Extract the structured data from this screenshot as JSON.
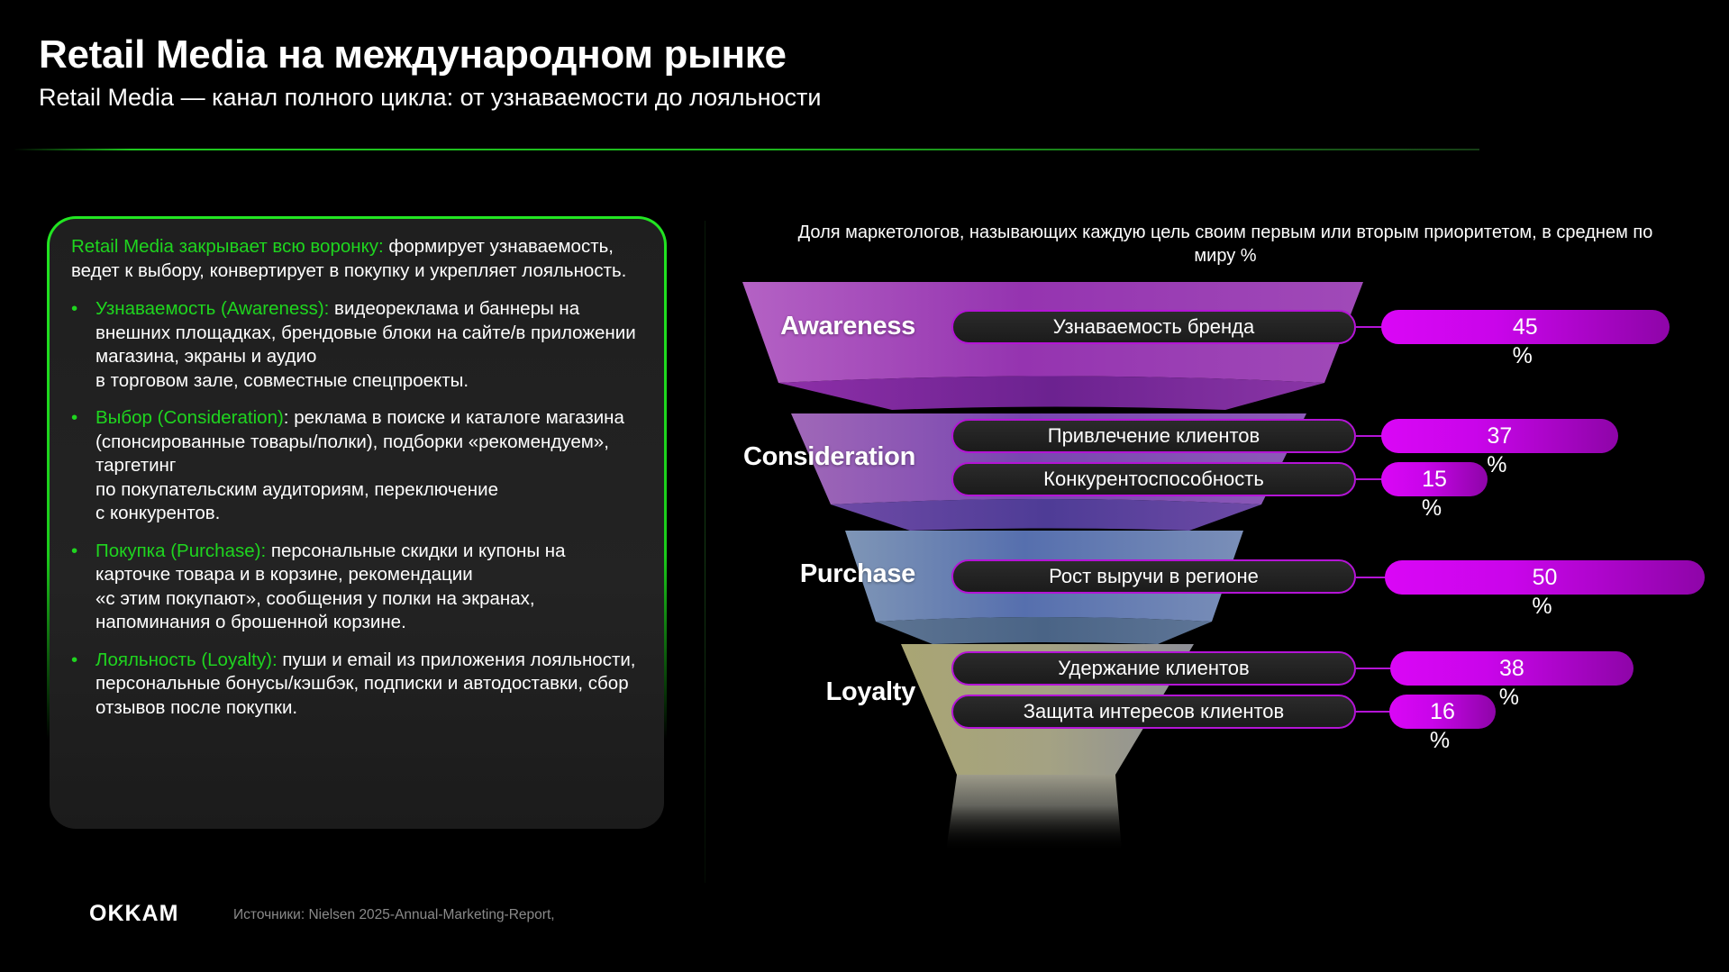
{
  "header": {
    "title": "Retail Media на международном рынке",
    "subtitle": "Retail Media — канал полного цикла: от узнаваемости до лояльности"
  },
  "panel": {
    "intro_highlight": "Retail Media закрывает всю воронку:",
    "intro_text": " формирует узнаваемость, ведет к выбору, конвертирует в покупку и укрепляет лояльность.",
    "items": [
      {
        "highlight": "Узнаваемость (Awareness):",
        "text": " видеореклама и баннеры на внешних площадках, брендовые блоки на сайте/в приложении магазина, экраны и аудио\nв торговом зале, совместные спецпроекты."
      },
      {
        "highlight": "Выбор (Consideration)",
        "text": ": реклама в поиске и каталоге магазина (спонсированные товары/полки), подборки «рекомендуем», таргетинг\nпо покупательским аудиториям, переключение\nс конкурентов."
      },
      {
        "highlight": "Покупка (Purchase):",
        "text": " персональные скидки и купоны на карточке товара и в корзине, рекомендации\n«с этим покупают», сообщения у полки на экранах, напоминания о брошенной корзине."
      },
      {
        "highlight": "Лояльность (Loyalty):",
        "text": " пуши и email из приложения лояльности, персональные бонусы/кэшбэк, подписки и автодоставки, сбор отзывов после покупки."
      }
    ],
    "bullet_icon": "•"
  },
  "footer": {
    "logo": "OKKAM",
    "sources": "Источники: Nielsen 2025-Annual-Marketing-Report,"
  },
  "colors": {
    "accent_green": "#1fd51f",
    "bar_magenta": "#da06f6",
    "pill_border": "#b414d6",
    "awareness": "#9b3fb8",
    "consideration": "#7a4fb0",
    "purchase": "#5a7ab0",
    "loyalty": "#a8a878"
  },
  "chart_data": {
    "type": "bar",
    "title": "Доля маркетологов, называющих каждую цель своим первым или вторым приоритетом, в среднем по миру %",
    "xlabel": "",
    "ylabel": "%",
    "stages": [
      "Awareness",
      "Consideration",
      "Purchase",
      "Loyalty"
    ],
    "categories": [
      "Узнаваемость бренда",
      "Привлечение клиентов",
      "Конкурентоспособность",
      "Рост выручи в регионе",
      "Удержание клиентов",
      "Защита интересов клиентов"
    ],
    "category_stage": [
      "Awareness",
      "Consideration",
      "Consideration",
      "Purchase",
      "Loyalty",
      "Loyalty"
    ],
    "values": [
      45,
      37,
      15,
      50,
      38,
      16
    ],
    "value_suffix": "%",
    "xlim": [
      0,
      50
    ],
    "grid": false,
    "legend": "none"
  }
}
